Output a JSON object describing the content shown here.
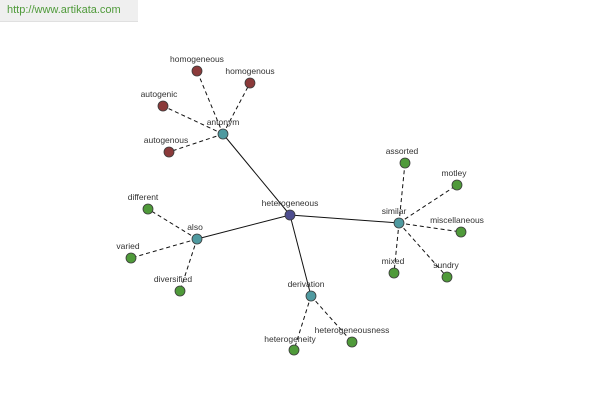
{
  "banner": {
    "url": "http://www.artikata.com"
  },
  "graph": {
    "colors": {
      "center": "#4d4d8f",
      "relation": "#4f9aa0",
      "antonym_term": "#8b3a3a",
      "synonym_term": "#4f9a3a"
    },
    "nodes": [
      {
        "id": "heterogeneous",
        "label": "heterogeneous",
        "kind": "center"
      },
      {
        "id": "antonym",
        "label": "antonym",
        "kind": "relation"
      },
      {
        "id": "also",
        "label": "also",
        "kind": "relation"
      },
      {
        "id": "similar",
        "label": "similar",
        "kind": "relation"
      },
      {
        "id": "derivation",
        "label": "derivation",
        "kind": "relation"
      },
      {
        "id": "homogeneous",
        "label": "homogeneous",
        "kind": "antonym_term"
      },
      {
        "id": "homogenous",
        "label": "homogenous",
        "kind": "antonym_term"
      },
      {
        "id": "autogenic",
        "label": "autogenic",
        "kind": "antonym_term"
      },
      {
        "id": "autogenous",
        "label": "autogenous",
        "kind": "antonym_term"
      },
      {
        "id": "different",
        "label": "different",
        "kind": "synonym_term"
      },
      {
        "id": "varied",
        "label": "varied",
        "kind": "synonym_term"
      },
      {
        "id": "diversified",
        "label": "diversified",
        "kind": "synonym_term"
      },
      {
        "id": "assorted",
        "label": "assorted",
        "kind": "synonym_term"
      },
      {
        "id": "motley",
        "label": "motley",
        "kind": "synonym_term"
      },
      {
        "id": "miscellaneous",
        "label": "miscellaneous",
        "kind": "synonym_term"
      },
      {
        "id": "mixed",
        "label": "mixed",
        "kind": "synonym_term"
      },
      {
        "id": "sundry",
        "label": "sundry",
        "kind": "synonym_term"
      },
      {
        "id": "heterogeneity",
        "label": "heterogeneity",
        "kind": "synonym_term"
      },
      {
        "id": "heterogeneousness",
        "label": "heterogeneousness",
        "kind": "synonym_term"
      }
    ],
    "edges": [
      {
        "from": "heterogeneous",
        "to": "antonym",
        "style": "solid"
      },
      {
        "from": "heterogeneous",
        "to": "also",
        "style": "solid"
      },
      {
        "from": "heterogeneous",
        "to": "similar",
        "style": "solid"
      },
      {
        "from": "heterogeneous",
        "to": "derivation",
        "style": "solid"
      },
      {
        "from": "antonym",
        "to": "homogeneous",
        "style": "dashed"
      },
      {
        "from": "antonym",
        "to": "homogenous",
        "style": "dashed"
      },
      {
        "from": "antonym",
        "to": "autogenic",
        "style": "dashed"
      },
      {
        "from": "antonym",
        "to": "autogenous",
        "style": "dashed"
      },
      {
        "from": "also",
        "to": "different",
        "style": "dashed"
      },
      {
        "from": "also",
        "to": "varied",
        "style": "dashed"
      },
      {
        "from": "also",
        "to": "diversified",
        "style": "dashed"
      },
      {
        "from": "similar",
        "to": "assorted",
        "style": "dashed"
      },
      {
        "from": "similar",
        "to": "motley",
        "style": "dashed"
      },
      {
        "from": "similar",
        "to": "miscellaneous",
        "style": "dashed"
      },
      {
        "from": "similar",
        "to": "mixed",
        "style": "dashed"
      },
      {
        "from": "similar",
        "to": "sundry",
        "style": "dashed"
      },
      {
        "from": "derivation",
        "to": "heterogeneity",
        "style": "dashed"
      },
      {
        "from": "derivation",
        "to": "heterogeneousness",
        "style": "dashed"
      }
    ]
  }
}
